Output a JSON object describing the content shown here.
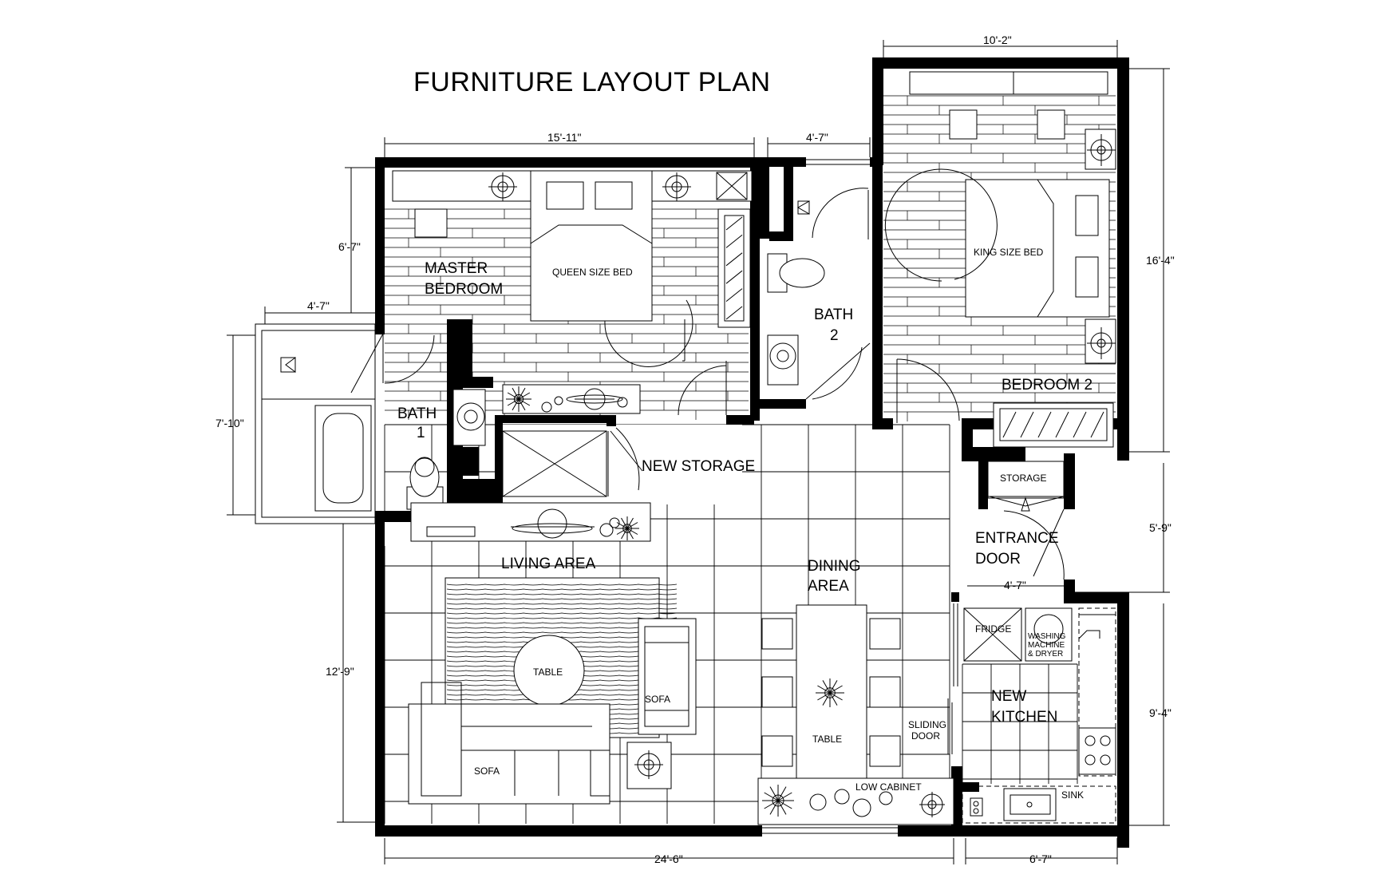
{
  "title": "FURNITURE LAYOUT PLAN",
  "rooms": {
    "master_bedroom_1": "MASTER",
    "master_bedroom_2": "BEDROOM",
    "queen_bed": "QUEEN SIZE BED",
    "bath2_1": "BATH",
    "bath2_2": "2",
    "king_bed": "KING SIZE BED",
    "bedroom2": "BEDROOM 2",
    "bath1_1": "BATH",
    "bath1_2": "1",
    "new_storage": "NEW STORAGE",
    "storage": "STORAGE",
    "entrance_1": "ENTRANCE",
    "entrance_2": "DOOR",
    "living_area": "LIVING AREA",
    "dining_1": "DINING",
    "dining_2": "AREA",
    "living_table": "TABLE",
    "sofa_side": "SOFA",
    "sofa_main": "SOFA",
    "dining_table": "TABLE",
    "sliding_1": "SLIDING",
    "sliding_2": "DOOR",
    "fridge": "FRIDGE",
    "washing_1": "WASHING",
    "washing_2": "MACHINE",
    "washing_3": "& DRYER",
    "kitchen_1": "NEW",
    "kitchen_2": "KITCHEN",
    "low_cabinet": "LOW CABINET",
    "sink": "SINK"
  },
  "dimensions": {
    "top_left": "15'-11\"",
    "top_mid": "4'-7\"",
    "top_right": "10'-2\"",
    "left_upper": "6'-7\"",
    "left_bath_width": "4'-7\"",
    "left_bath_height": "7'-10\"",
    "left_lower": "12'-9\"",
    "right_upper": "16'-4\"",
    "right_mid": "5'-9\"",
    "right_lower": "9'-4\"",
    "entrance_width": "4'-7\"",
    "bottom_left": "24'-6\"",
    "bottom_right": "6'-7\""
  }
}
